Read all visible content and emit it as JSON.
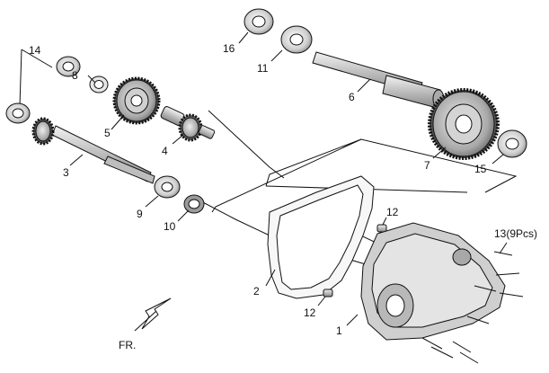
{
  "diagram": {
    "callouts": [
      {
        "id": "14",
        "text": "14"
      },
      {
        "id": "8",
        "text": "8"
      },
      {
        "id": "5",
        "text": "5"
      },
      {
        "id": "4",
        "text": "4"
      },
      {
        "id": "3",
        "text": "3"
      },
      {
        "id": "9",
        "text": "9"
      },
      {
        "id": "10",
        "text": "10"
      },
      {
        "id": "16",
        "text": "16"
      },
      {
        "id": "11",
        "text": "11"
      },
      {
        "id": "6",
        "text": "6"
      },
      {
        "id": "7",
        "text": "7"
      },
      {
        "id": "15",
        "text": "15"
      },
      {
        "id": "12a",
        "text": "12"
      },
      {
        "id": "12b",
        "text": "12"
      },
      {
        "id": "13",
        "text": "13(9Pcs)"
      },
      {
        "id": "2",
        "text": "2"
      },
      {
        "id": "1",
        "text": "1"
      }
    ],
    "direction_label": "FR.",
    "colors": {
      "stroke": "#111111",
      "metal": "#d9d9d9",
      "metal_dark": "#9a9a9a",
      "cover": "#cfcfcf"
    }
  }
}
